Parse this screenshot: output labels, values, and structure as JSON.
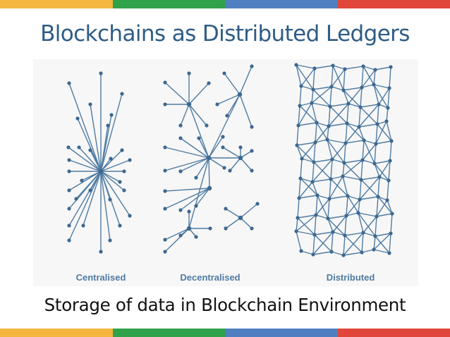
{
  "slide": {
    "title": "Blockchains as Distributed Ledgers",
    "caption": "Storage of data in Blockchain Environment"
  },
  "accent_colors": [
    "#f4b63f",
    "#2fa24a",
    "#4f7fc0",
    "#e0463a"
  ],
  "diagram": {
    "line_color": "#4f7ba3",
    "node_color": "#3c6890",
    "label_color": "#4f7ba3",
    "panels": [
      {
        "key": "centralised",
        "label": "Centralised"
      },
      {
        "key": "decentralised",
        "label": "Decentralised"
      },
      {
        "key": "distributed",
        "label": "Distributed"
      }
    ]
  }
}
